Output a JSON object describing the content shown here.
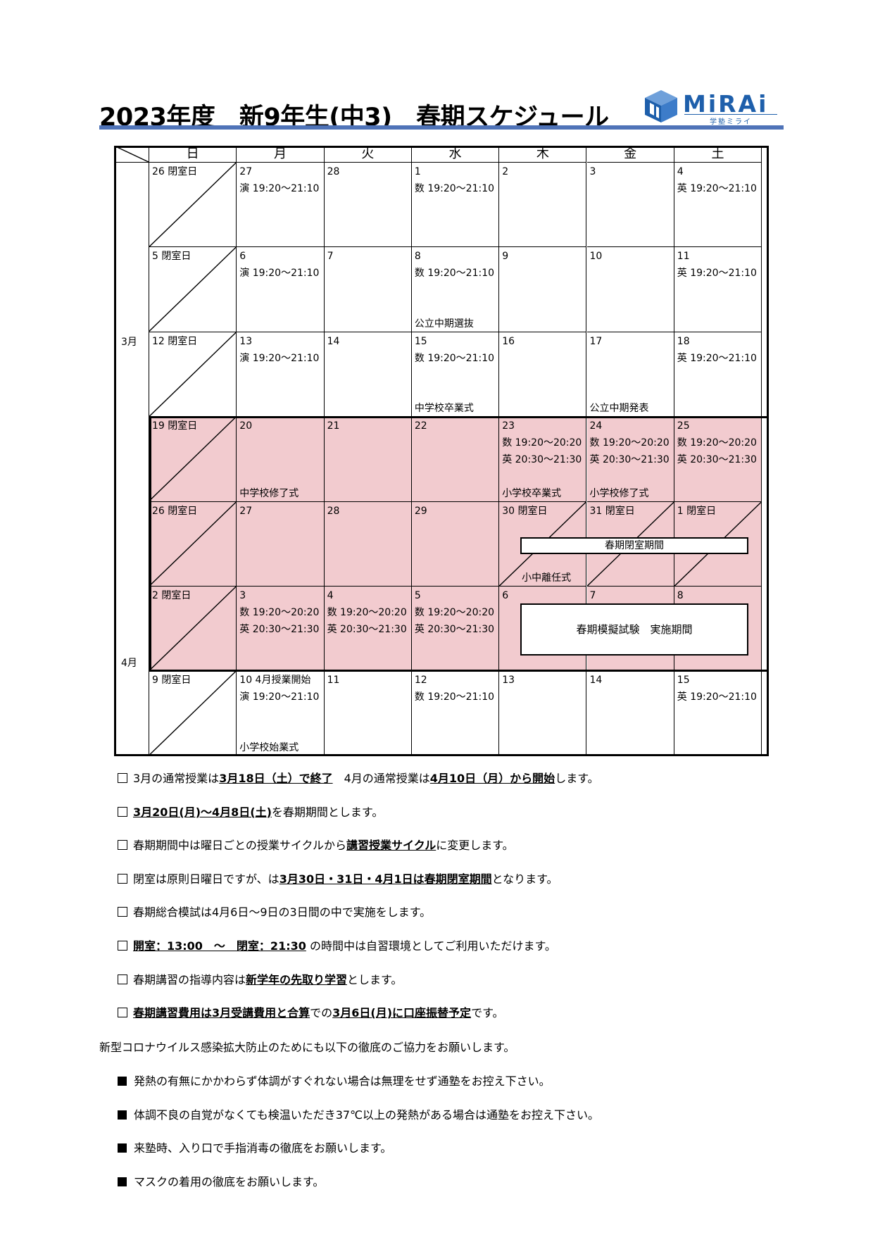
{
  "header": {
    "title": "2023年度　新9年生(中3)　春期スケジュール",
    "logo_word": "MiRAi",
    "logo_sub": "学塾ミライ",
    "rule_color": "#4f73b8"
  },
  "calendar": {
    "weekdays": [
      "日",
      "月",
      "火",
      "水",
      "木",
      "金",
      "土"
    ],
    "months": [
      "3月",
      "4月"
    ],
    "highlight_color": "#f2cbcf",
    "weeks": [
      {
        "pink": false,
        "days": [
          {
            "l1": "26 閉室日",
            "closed": true
          },
          {
            "l1": "27",
            "l2": "演 19:20～21:10"
          },
          {
            "l1": "28"
          },
          {
            "l1": "1",
            "l2": "数 19:20～21:10"
          },
          {
            "l1": "2"
          },
          {
            "l1": "3"
          },
          {
            "l1": "4",
            "l2": "英 19:20～21:10"
          }
        ]
      },
      {
        "pink": false,
        "days": [
          {
            "l1": " 5 閉室日",
            "closed": true
          },
          {
            "l1": " 6",
            "l2": "演 19:20～21:10"
          },
          {
            "l1": " 7"
          },
          {
            "l1": " 8",
            "l2": "数 19:20～21:10",
            "ev": "公立中期選抜"
          },
          {
            "l1": " 9"
          },
          {
            "l1": "10"
          },
          {
            "l1": "11",
            "l2": "英 19:20～21:10"
          }
        ]
      },
      {
        "pink": false,
        "days": [
          {
            "l1": "12 閉室日",
            "closed": true
          },
          {
            "l1": "13",
            "l2": "演 19:20～21:10"
          },
          {
            "l1": "14"
          },
          {
            "l1": "15",
            "l2": "数 19:20～21:10",
            "ev": "中学校卒業式"
          },
          {
            "l1": "16"
          },
          {
            "l1": "17",
            "ev": "公立中期発表"
          },
          {
            "l1": "18",
            "l2": "英 19:20～21:10"
          }
        ]
      },
      {
        "pink": true,
        "days": [
          {
            "l1": "19 閉室日",
            "closed": true
          },
          {
            "l1": "20",
            "ev": "中学校修了式"
          },
          {
            "l1": "21"
          },
          {
            "l1": "22"
          },
          {
            "l1": "23",
            "l2": "数 19:20～20:20",
            "l3": "英 20:30～21:30",
            "ev": "小学校卒業式"
          },
          {
            "l1": "24",
            "l2": "数 19:20～20:20",
            "l3": "英 20:30～21:30",
            "ev": "小学校修了式"
          },
          {
            "l1": "25",
            "l2": "数 19:20～20:20",
            "l3": "英 20:30～21:30"
          }
        ]
      },
      {
        "pink": true,
        "days": [
          {
            "l1": "26 閉室日",
            "closed": true
          },
          {
            "l1": "27"
          },
          {
            "l1": "28"
          },
          {
            "l1": "29"
          },
          {
            "l1": "30 閉室日",
            "closed": true,
            "ev": "　　小中離任式"
          },
          {
            "l1": "31 閉室日",
            "closed": true
          },
          {
            "l1": " 1 閉室日",
            "closed": true
          }
        ]
      },
      {
        "pink": true,
        "days": [
          {
            "l1": " 2 閉室日",
            "closed": true
          },
          {
            "l1": " 3",
            "l2": "数 19:20～20:20",
            "l3": "英 20:30～21:30"
          },
          {
            "l1": " 4",
            "l2": "数 19:20～20:20",
            "l3": "英 20:30～21:30"
          },
          {
            "l1": " 5",
            "l2": "数 19:20～20:20",
            "l3": "英 20:30～21:30"
          },
          {
            "l1": " 6"
          },
          {
            "l1": " 7"
          },
          {
            "l1": " 8"
          }
        ]
      },
      {
        "pink": false,
        "days": [
          {
            "l1": " 9 閉室日",
            "closed": true
          },
          {
            "l1": "10 4月授業開始",
            "l2": "演 19:20～21:10",
            "ev": "小学校始業式"
          },
          {
            "l1": "11"
          },
          {
            "l1": "12",
            "l2": "数 19:20～21:10"
          },
          {
            "l1": "13"
          },
          {
            "l1": "14"
          },
          {
            "l1": "15",
            "l2": "英 19:20～21:10"
          }
        ]
      }
    ],
    "spring_closed_label": "春期閉室期間",
    "exam_label": "春期模擬試験　実施期間"
  },
  "notes": [
    [
      {
        "t": "3月の通常授業は"
      },
      {
        "t": "3月18日（土）で終了",
        "b": true
      },
      {
        "t": "　4月の通常授業は"
      },
      {
        "t": "4月10日（月）から開始",
        "b": true
      },
      {
        "t": "します。"
      }
    ],
    [
      {
        "t": "3月20日(月)～4月8日(土)",
        "b": true
      },
      {
        "t": "を春期期間とします。"
      }
    ],
    [
      {
        "t": "春期期間中は曜日ごとの授業サイクルから"
      },
      {
        "t": "講習授業サイクル",
        "b": true
      },
      {
        "t": "に変更します。"
      }
    ],
    [
      {
        "t": "閉室は原則日曜日ですが、は"
      },
      {
        "t": "3月30日・31日・4月1日は春期閉室期間",
        "b": true
      },
      {
        "t": "となります。"
      }
    ],
    [
      {
        "t": "春期総合模試は4月6日～9日の3日間の中で実施をします。"
      }
    ],
    [
      {
        "t": "開室：13:00　～　閉室：21:30",
        "b": true
      },
      {
        "t": " の時間中は自習環境としてご利用いただけます。"
      }
    ],
    [
      {
        "t": "春期講習の指導内容は"
      },
      {
        "t": "新学年の先取り学習",
        "b": true
      },
      {
        "t": "とします。"
      }
    ],
    [
      {
        "t": "春期講習費用は3月受講費用と合算",
        "b": true
      },
      {
        "t": "での"
      },
      {
        "t": "3月6日(月)に口座振替予定",
        "b": true
      },
      {
        "t": "です。"
      }
    ]
  ],
  "covid": {
    "heading": "新型コロナウイルス感染拡大防止のためにも以下の徹底のご協力をお願いします。",
    "items": [
      "発熱の有無にかかわらず体調がすぐれない場合は無理をせず通塾をお控え下さい。",
      "体調不良の自覚がなくても検温いただき37℃以上の発熱がある場合は通塾をお控え下さい。",
      "来塾時、入り口で手指消毒の徹底をお願いします。",
      "マスクの着用の徹底をお願いします。"
    ]
  }
}
